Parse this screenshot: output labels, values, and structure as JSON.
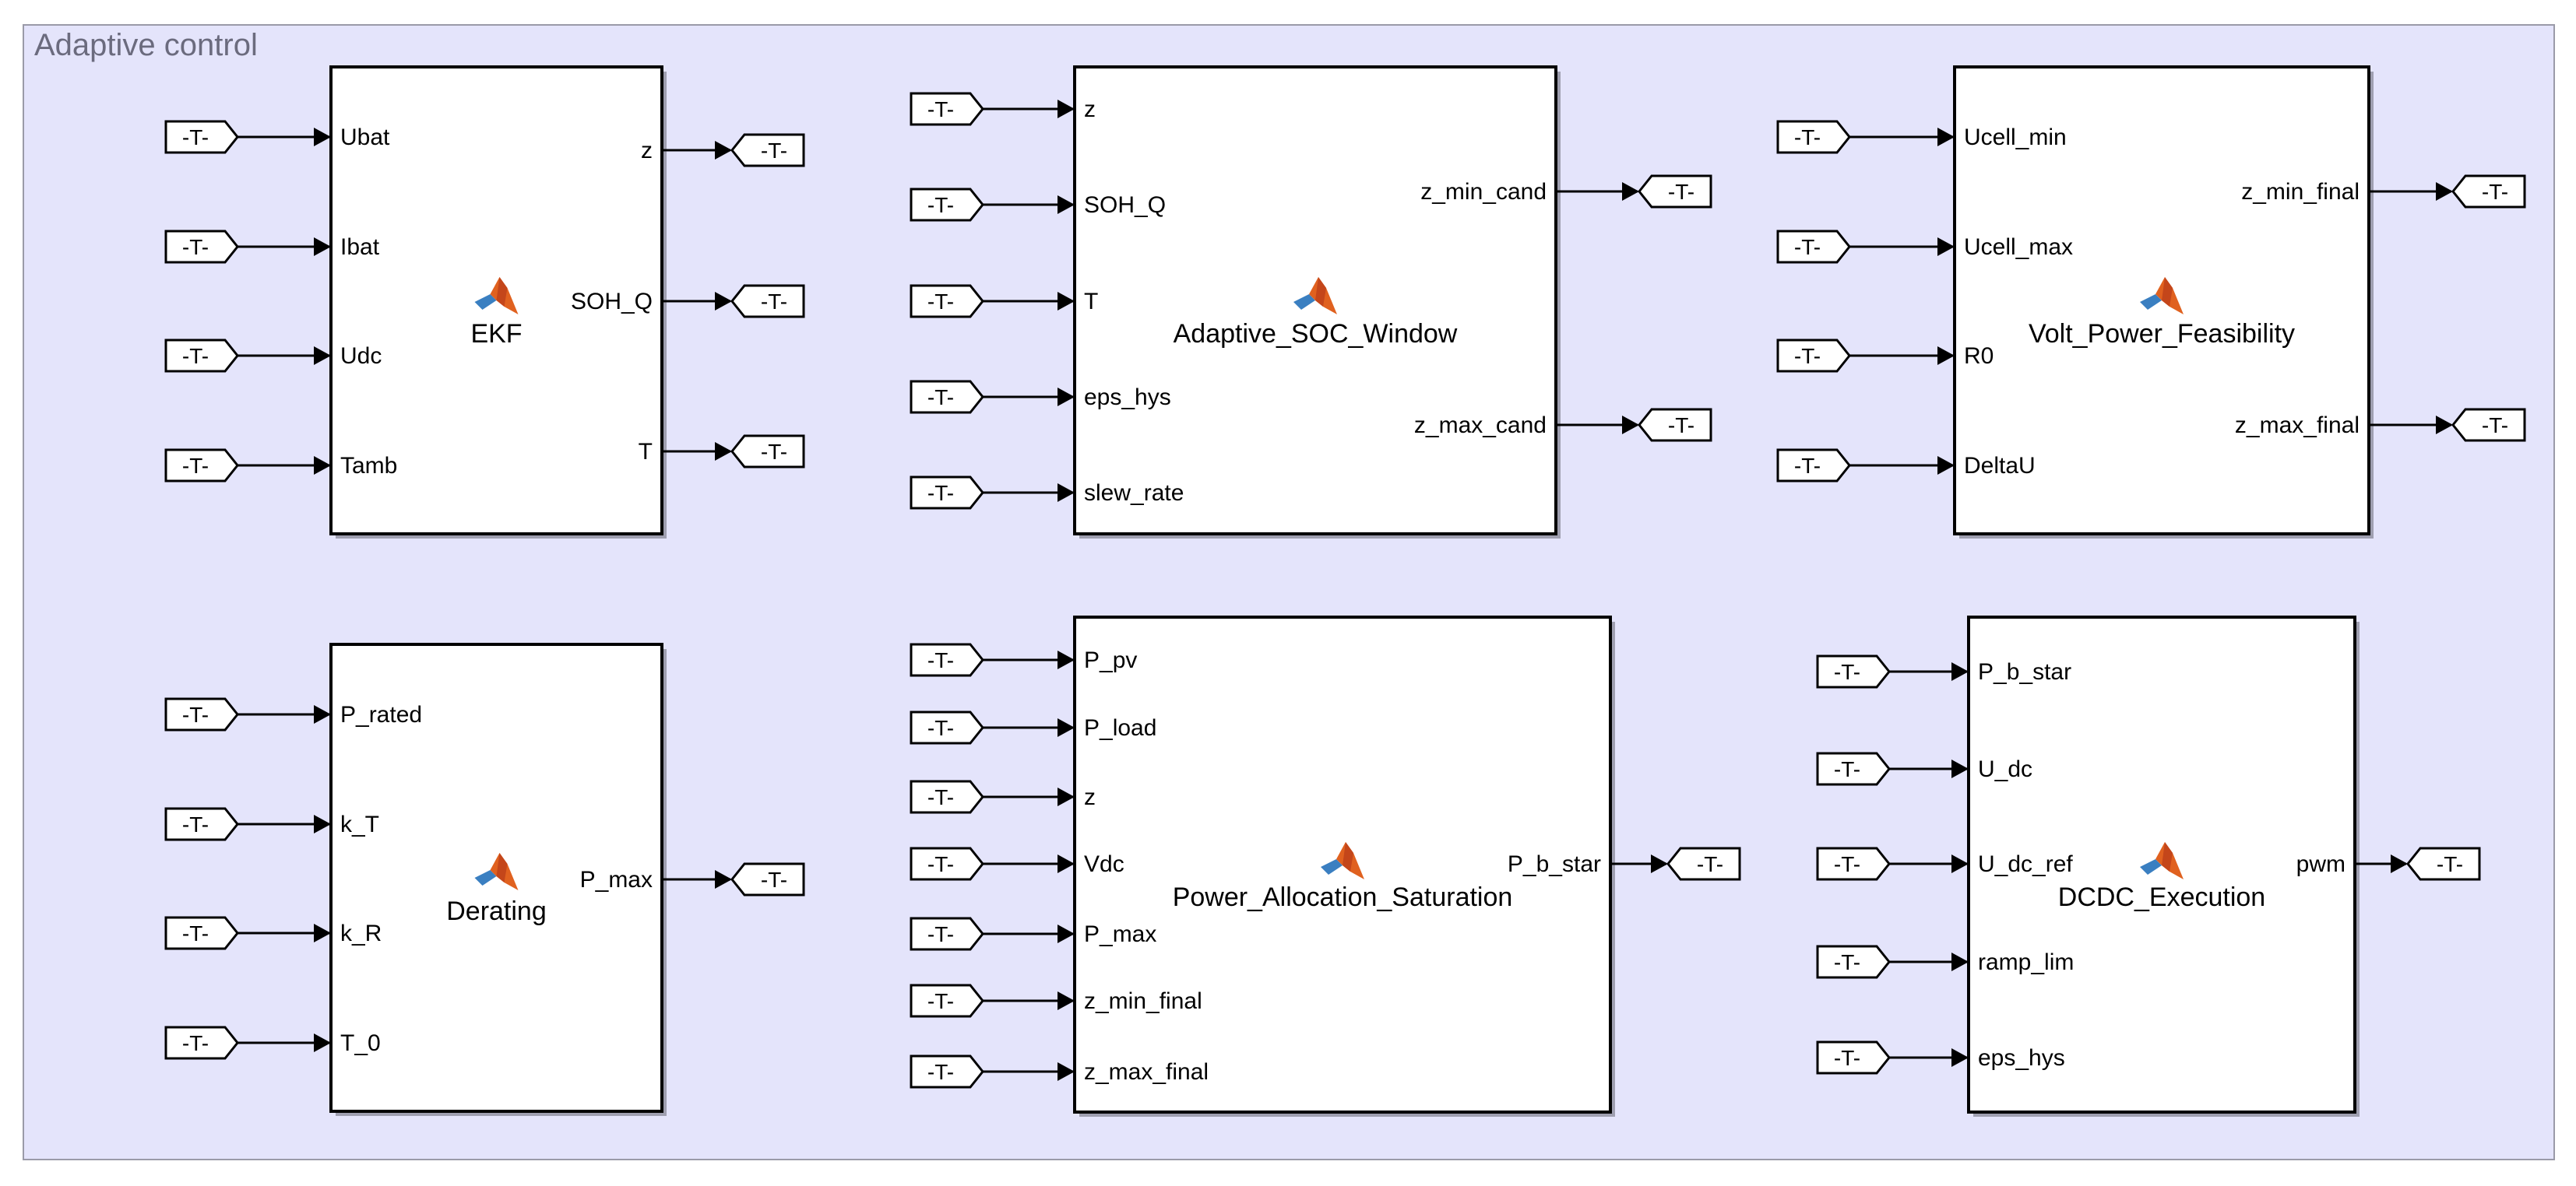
{
  "area": {
    "title": "Adaptive control",
    "background": "#e4e4fb",
    "border": "#9a9aa8"
  },
  "goto_label": "-T-",
  "blocks": [
    {
      "id": "ekf",
      "name": "EKF",
      "icon": "matlab-function-icon",
      "inputs": [
        "Ubat",
        "Ibat",
        "Udc",
        "Tamb"
      ],
      "outputs": [
        "z",
        "SOH_Q",
        "T"
      ]
    },
    {
      "id": "adaptive-soc-window",
      "name": "Adaptive_SOC_Window",
      "icon": "matlab-function-icon",
      "inputs": [
        "z",
        "SOH_Q",
        "T",
        "eps_hys",
        "slew_rate"
      ],
      "outputs": [
        "z_min_cand",
        "z_max_cand"
      ]
    },
    {
      "id": "volt-power-feasibility",
      "name": "Volt_Power_Feasibility",
      "icon": "matlab-function-icon",
      "inputs": [
        "Ucell_min",
        "Ucell_max",
        "R0",
        "DeltaU"
      ],
      "outputs": [
        "z_min_final",
        "z_max_final"
      ]
    },
    {
      "id": "derating",
      "name": "Derating",
      "icon": "matlab-function-icon",
      "inputs": [
        "P_rated",
        "k_T",
        "k_R",
        "T_0"
      ],
      "outputs": [
        "P_max"
      ]
    },
    {
      "id": "power-allocation-saturation",
      "name": "Power_Allocation_Saturation",
      "icon": "matlab-function-icon",
      "inputs": [
        "P_pv",
        "P_load",
        "z",
        "Vdc",
        "P_max",
        "z_min_final",
        "z_max_final"
      ],
      "outputs": [
        "P_b_star"
      ]
    },
    {
      "id": "dcdc-execution",
      "name": "DCDC_Execution",
      "icon": "matlab-function-icon",
      "inputs": [
        "P_b_star",
        "U_dc",
        "U_dc_ref",
        "ramp_lim",
        "eps_hys"
      ],
      "outputs": [
        "pwm"
      ]
    }
  ]
}
